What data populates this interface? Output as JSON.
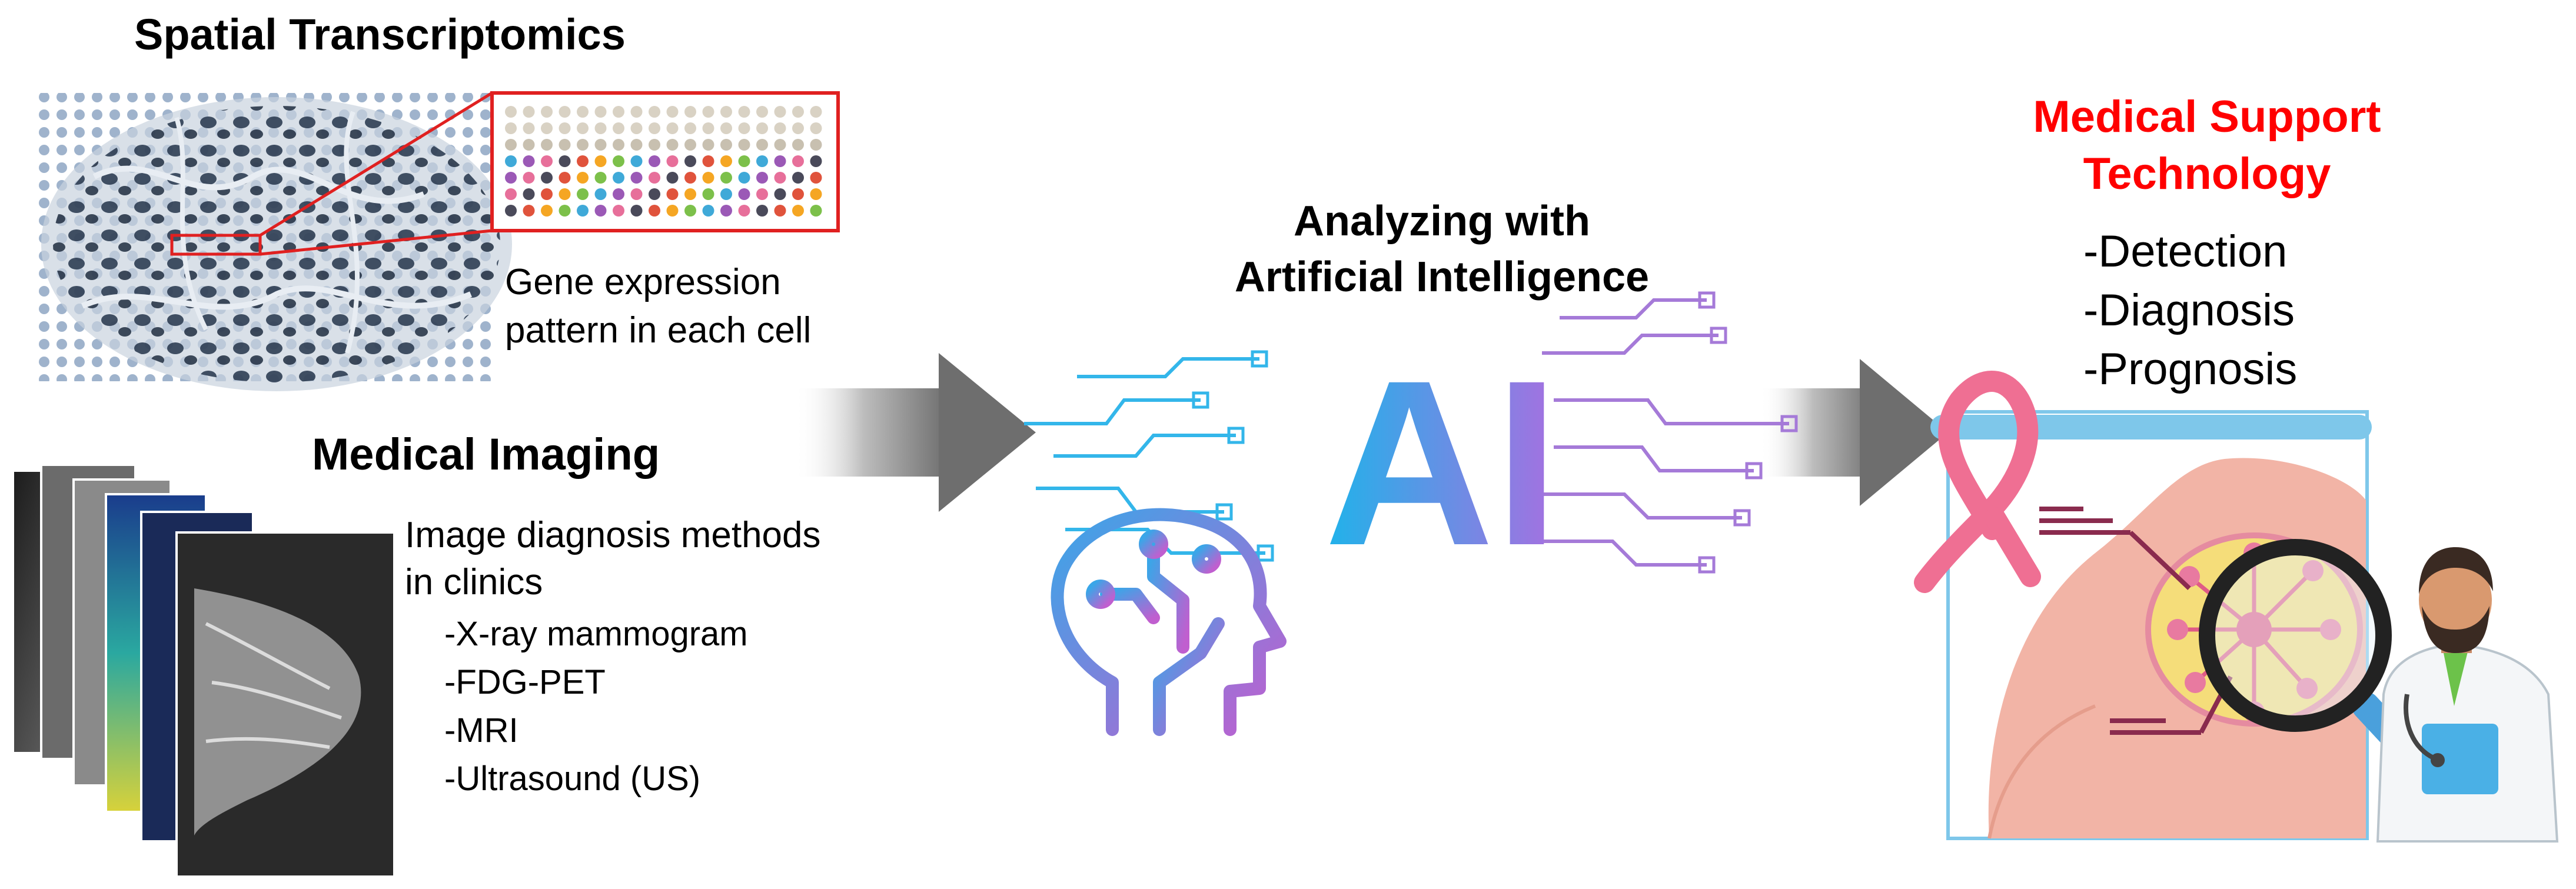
{
  "spatial": {
    "title": "Spatial Transcriptomics",
    "caption_lines": [
      "Gene expression",
      "pattern in each cell"
    ]
  },
  "imaging": {
    "title": "Medical Imaging",
    "desc_lines": [
      "Image diagnosis methods",
      "in clinics"
    ],
    "methods": [
      "-X-ray mammogram",
      "-FDG-PET",
      "-MRI",
      "-Ultrasound (US)"
    ]
  },
  "ai": {
    "title_lines": [
      "Analyzing with",
      "Artificial Intelligence"
    ],
    "logo_text": "AI"
  },
  "support": {
    "title_lines": [
      "Medical Support",
      "Technology"
    ],
    "items": [
      "-Detection",
      "-Diagnosis",
      "-Prognosis"
    ]
  },
  "colors": {
    "support_title": "#ff0000",
    "text": "#000000",
    "arrow": "#7a7a7a",
    "ai_blue": "#2aa3e6",
    "ai_purple": "#9b6fd6",
    "ribbon": "#ef6f93",
    "skin": "#f2b4a6",
    "board_frame": "#7ec7ea"
  },
  "icons": [
    "tissue-image",
    "zoom-inset-grid",
    "mri-stack",
    "circuit-ai",
    "brain-head-icon",
    "pink-ribbon-icon",
    "breast-illustration",
    "magnifier-icon",
    "doctor-figure"
  ]
}
